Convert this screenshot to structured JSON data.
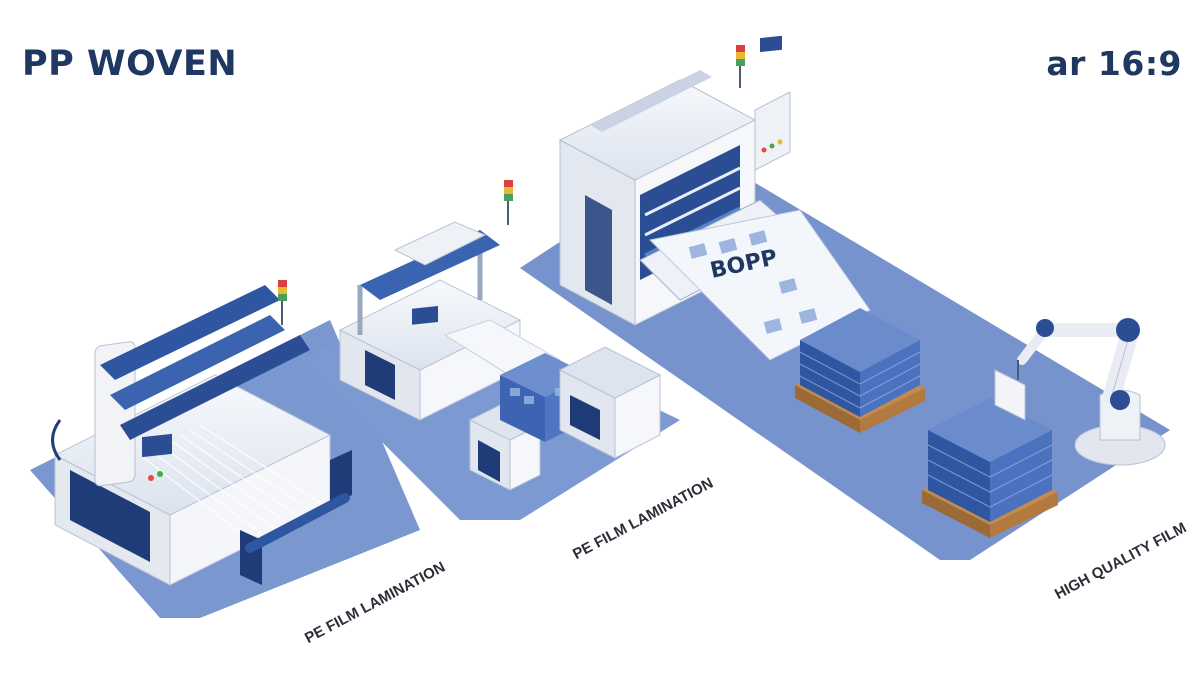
{
  "header": {
    "title": "PP WOVEN",
    "aspect_label": "ar 16:9"
  },
  "stations": [
    {
      "caption": "PE FILM LAMINATION"
    },
    {
      "caption": "PE FILM LAMINATION"
    },
    {
      "caption": "HIGH QUALITY FILM"
    }
  ],
  "film_label": "BOPP",
  "colors": {
    "platform": "#7895cf",
    "navy": "#1f3b78",
    "machine_body": "#e9edf3",
    "accent_blue": "#3a63b0",
    "pallet": "#c48a4e"
  },
  "icons": [
    "loom-machine",
    "laminator-machine",
    "printing-press",
    "film-stack",
    "robot-arm",
    "signal-light"
  ]
}
